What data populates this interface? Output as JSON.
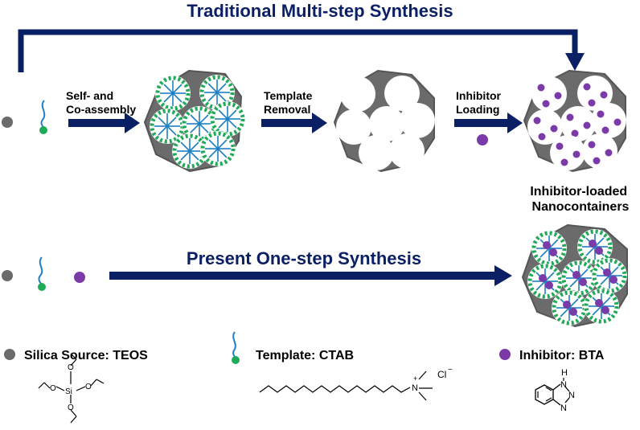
{
  "titles": {
    "traditional": "Traditional Multi-step Synthesis",
    "present": "Present One-step Synthesis"
  },
  "steps": {
    "self_assembly": [
      "Self- and",
      "Co-assembly"
    ],
    "template_removal": [
      "Template",
      "Removal"
    ],
    "inhibitor_loading": [
      "Inhibitor",
      "Loading"
    ]
  },
  "result_label": [
    "Inhibitor-loaded",
    "Nanocontainers"
  ],
  "legend": {
    "silica": "Silica Source: TEOS",
    "template": "Template: CTAB",
    "inhibitor": "Inhibitor: BTA"
  },
  "chem": {
    "teos_si": "Si",
    "teos_o": "O",
    "ctab_n": "N",
    "ctab_plus": "+",
    "ctab_cl": "Cl",
    "ctab_minus": "−",
    "bta_h": "H",
    "bta_n": "N"
  },
  "colors": {
    "navy": "#0b1f64",
    "silica_gray": "#6b6b6b",
    "template_green": "#1faa5a",
    "template_tail": "#1f7fc4",
    "inhibitor_purple": "#7a3aa8"
  }
}
